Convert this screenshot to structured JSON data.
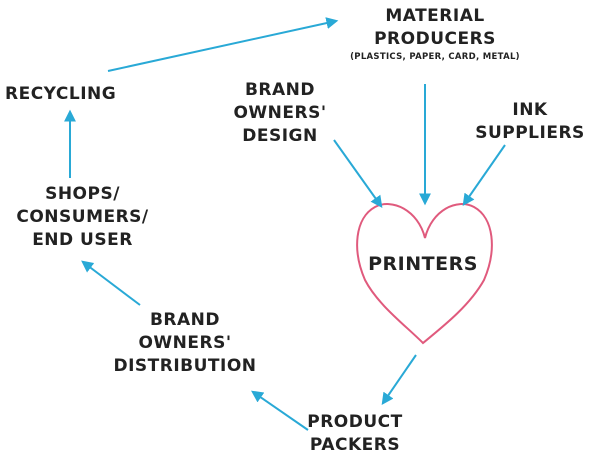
{
  "nodes": {
    "material_producers": {
      "lines": [
        "MATERIAL",
        "PRODUCERS"
      ],
      "sub": "(PLASTICS, PAPER, CARD, METAL)"
    },
    "recycling": {
      "lines": [
        "RECYCLING"
      ]
    },
    "brand_design": {
      "lines": [
        "BRAND",
        "OWNERS'",
        "DESIGN"
      ]
    },
    "ink_suppliers": {
      "lines": [
        "INK",
        "SUPPLIERS"
      ]
    },
    "shops": {
      "lines": [
        "SHOPS/",
        "CONSUMERS/",
        "END USER"
      ]
    },
    "printers": {
      "lines": [
        "PRINTERS"
      ]
    },
    "brand_distribution": {
      "lines": [
        "BRAND",
        "OWNERS'",
        "DISTRIBUTION"
      ]
    },
    "product_packers": {
      "lines": [
        "PRODUCT",
        "PACKERS"
      ]
    }
  },
  "colors": {
    "arrow": "#29a9d6",
    "heart": "#e05a7d",
    "text": "#222222"
  },
  "icons": {
    "heart": "heart-outline-icon"
  }
}
